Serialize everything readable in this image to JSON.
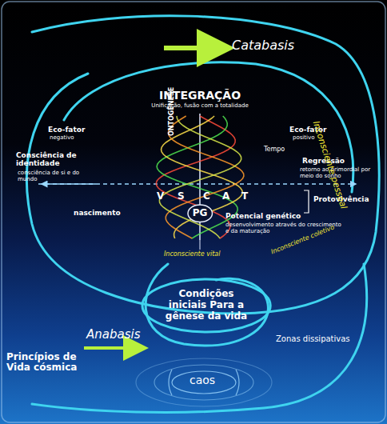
{
  "diagram": {
    "nodes": [
      {
        "text": [
          "Condições iniciais Para a gênese da vida"
        ]
      },
      {
        "text": [
          "PG"
        ]
      }
    ],
    "labels": [
      "Catabasis",
      "INTEGRAÇÃO",
      "Unificação, fusão com a totalidade",
      "Eco-fator",
      "negativo",
      "Eco-fator",
      "positivo",
      "Tempo",
      "Consciência de identidade",
      "consciência de si e do mundo",
      "Regressão",
      "retorno ao primordial por meio do sonho",
      "ONTOGÊNESE",
      "V",
      "S",
      "C",
      "A",
      "T",
      "nascimento",
      "Protovivência",
      "Potencial genético",
      "desenvolvimento através do crescimento e da maturação",
      "Inconsciente pessoal",
      "Inconsciente coletivo",
      "Inconsciente vital",
      "Zonas dissipativas",
      "Anabasis",
      "Princípios de Vida cósmica",
      "caos"
    ]
  }
}
